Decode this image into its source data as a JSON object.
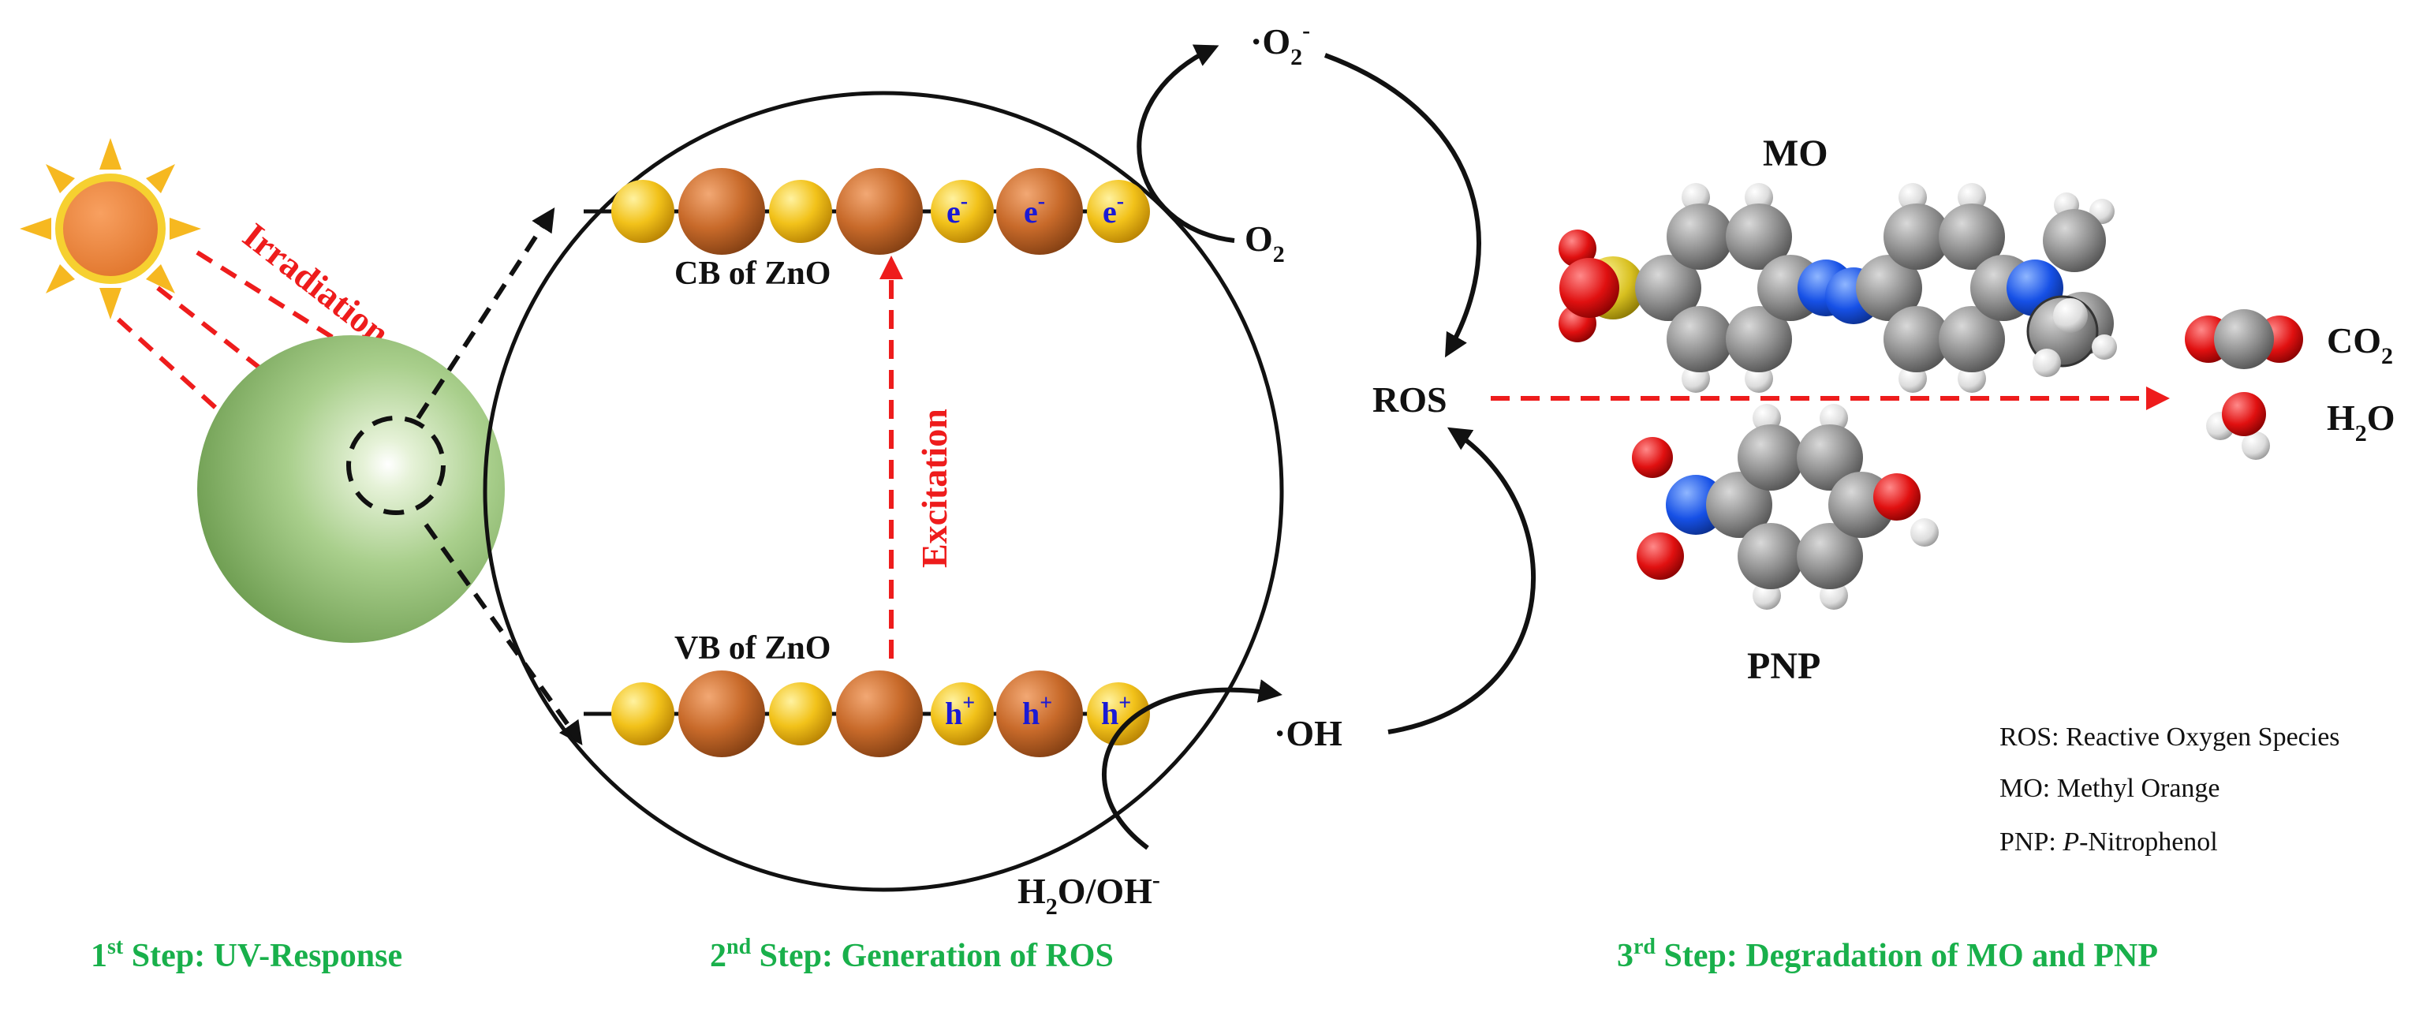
{
  "colors": {
    "arrow_red": "#ee1c1c",
    "step_green": "#19b04b",
    "charge_blue": "#1a1ad6",
    "sphere_green": "#8cbd6b",
    "zn_orange": "#c86a2a",
    "o_yellow": "#f2c21a",
    "carbon_gray": "#8c8c8c",
    "oxygen_red": "#e01010",
    "nitrogen_blue": "#1650e6",
    "sulfur_yellow": "#d8c020",
    "hydrogen_white": "#e8e8e8"
  },
  "icons": [
    "sun-icon",
    "nanoparticle-sphere",
    "znO-crystal-chain",
    "molecule-models"
  ],
  "labels": {
    "irradiation": "Irradiation",
    "excitation": "Excitation",
    "cb": "CB of ZnO",
    "vb": "VB of ZnO",
    "electron": "e",
    "electron_sup": "-",
    "hole": "h",
    "hole_sup": "+",
    "superoxide_dot": "·O",
    "superoxide_sub": "2",
    "superoxide_sup": "-",
    "o2": "O",
    "o2_sub": "2",
    "ros": "ROS",
    "oh": "·OH",
    "h2o_oh_a": "H",
    "h2o_oh_sub": "2",
    "h2o_oh_b": "O/OH",
    "h2o_oh_sup": "-",
    "mo": "MO",
    "pnp": "PNP",
    "co2": "CO",
    "co2_sub": "2",
    "h2o_a": "H",
    "h2o_sub": "2",
    "h2o_b": "O"
  },
  "legend": {
    "ros": "ROS: Reactive Oxygen Species",
    "mo": "MO: Methyl Orange",
    "pnp_prefix": "PNP: ",
    "pnp_italic": "P",
    "pnp_rest": "-Nitrophenol"
  },
  "steps": {
    "s1_num": "1",
    "s1_sup": "st",
    "s1_text": " Step: UV-Response",
    "s2_num": "2",
    "s2_sup": "nd",
    "s2_text": " Step: Generation of ROS",
    "s3_num": "3",
    "s3_sup": "rd",
    "s3_text": " Step: Degradation of MO and PNP"
  }
}
